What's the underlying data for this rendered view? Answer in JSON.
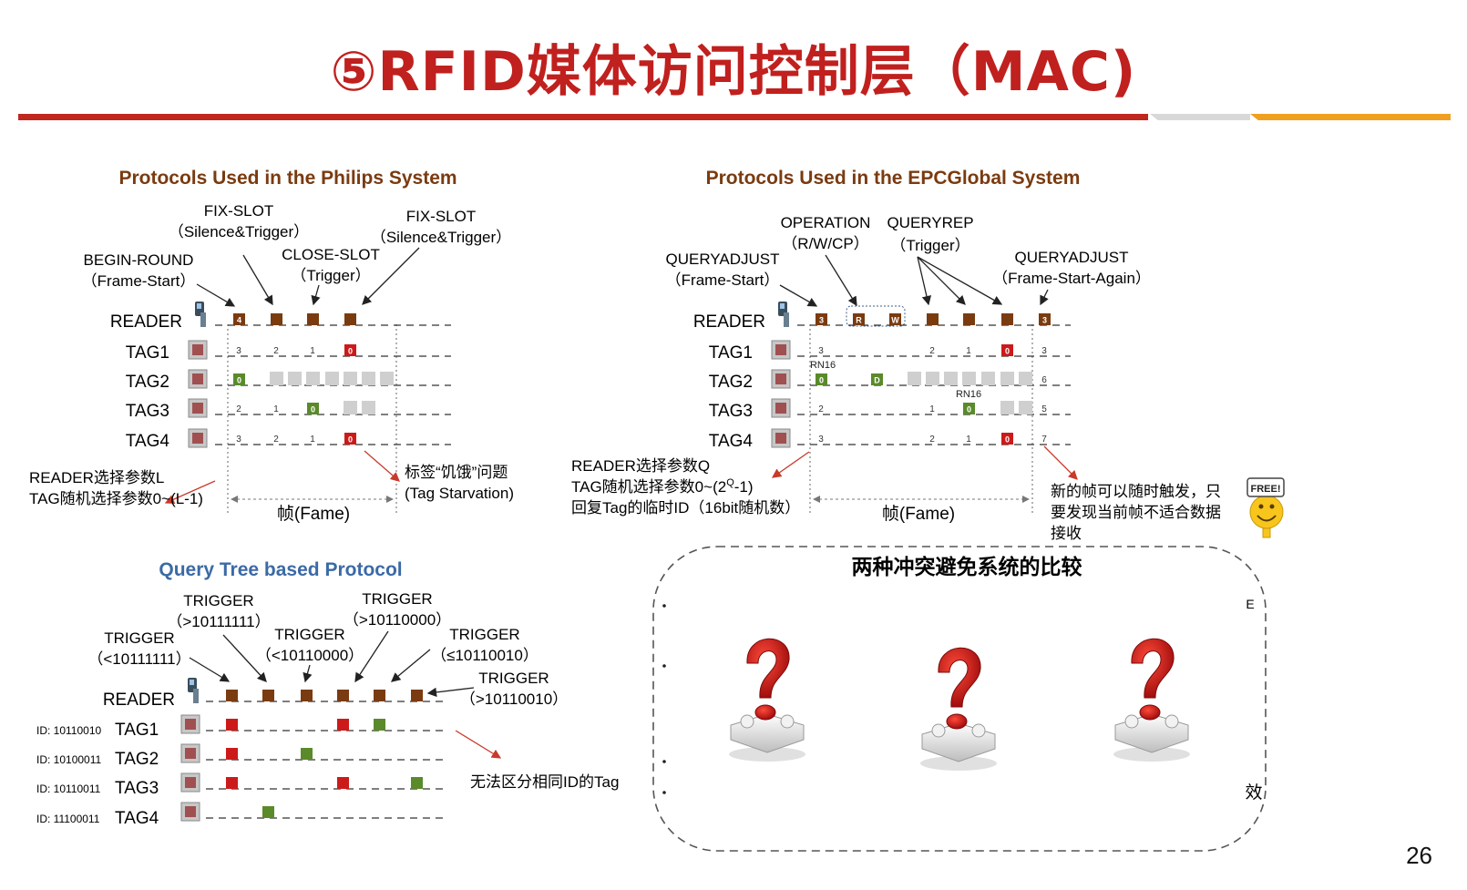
{
  "title": "⑤RFID媒体访问控制层（MAC)",
  "page_number": "26",
  "colors": {
    "accent": "#c0201e",
    "brown": "#7a3b10",
    "red": "#cc1a1a",
    "green": "#5a8a2a",
    "gray": "#cfcfcf"
  },
  "philips": {
    "heading": "Protocols Used in the Philips System",
    "labels": {
      "begin_round": "BEGIN-ROUND",
      "begin_round_sub": "（Frame-Start）",
      "fix_slot": "FIX-SLOT",
      "fix_slot_sub": "（Silence&Trigger）",
      "close_slot": "CLOSE-SLOT",
      "close_slot_sub": "（Trigger）",
      "fix_slot2": "FIX-SLOT",
      "fix_slot2_sub": "（Silence&Trigger）"
    },
    "rows": [
      "READER",
      "TAG1",
      "TAG2",
      "TAG3",
      "TAG4"
    ],
    "reader_first": "4",
    "tag_nums": {
      "tag1": [
        "3",
        "2",
        "1",
        "0"
      ],
      "tag2": [
        "0"
      ],
      "tag3": [
        "2",
        "1",
        "0"
      ],
      "tag4": [
        "3",
        "2",
        "1",
        "0"
      ]
    },
    "note_left": [
      "READER选择参数L",
      "TAG随机选择参数0~(L-1)"
    ],
    "note_right": [
      "标签“饥饿”问题",
      "(Tag Starvation)"
    ],
    "frame": "帧(Fame)"
  },
  "epc": {
    "heading": "Protocols Used in the EPCGlobal System",
    "labels": {
      "operation": "OPERATION",
      "operation_sub": "（R/W/CP）",
      "queryrep": "QUERYREP",
      "queryrep_sub": "（Trigger）",
      "queryadjust": "QUERYADJUST",
      "queryadjust_sub": "（Frame-Start）",
      "queryadjust2": "QUERYADJUST",
      "queryadjust2_sub": "（Frame-Start-Again）"
    },
    "rows": [
      "READER",
      "TAG1",
      "TAG2",
      "TAG3",
      "TAG4"
    ],
    "reader_first": "3",
    "reader_last": "3",
    "r": "R",
    "w": "W",
    "d": "D",
    "rn16": "RN16",
    "tag_nums": {
      "tag1": [
        "3",
        "2",
        "1",
        "0",
        "3"
      ],
      "tag2": [
        "0",
        "6"
      ],
      "tag3": [
        "2",
        "1",
        "0",
        "5"
      ],
      "tag4": [
        "3",
        "2",
        "1",
        "0",
        "7"
      ]
    },
    "note_left": [
      "READER选择参数Q",
      "TAG随机选择参数0~(2",
      "Q",
      "-1)",
      "回复Tag的临时ID（16bit随机数）"
    ],
    "note_right": [
      "新的帧可以随时触发，只",
      "要发现当前帧不适合数据",
      "接收"
    ],
    "frame": "帧(Fame)",
    "free_badge": "FREE!"
  },
  "qtree": {
    "heading": "Query Tree based Protocol",
    "triggers": [
      {
        "t": "TRIGGER",
        "v": "（<10111111）"
      },
      {
        "t": "TRIGGER",
        "v": "（>10111111）"
      },
      {
        "t": "TRIGGER",
        "v": "（<10110000）"
      },
      {
        "t": "TRIGGER",
        "v": "（>10110000）"
      },
      {
        "t": "TRIGGER",
        "v": "（≤10110010）"
      },
      {
        "t": "TRIGGER",
        "v": "（>10110010）"
      }
    ],
    "reader": "READER",
    "tags": [
      {
        "id": "ID: 10110010",
        "name": "TAG1"
      },
      {
        "id": "ID: 10100011",
        "name": "TAG2"
      },
      {
        "id": "ID: 10110011",
        "name": "TAG3"
      },
      {
        "id": "ID: 11100011",
        "name": "TAG4"
      }
    ],
    "note": "无法区分相同ID的Tag"
  },
  "compare": {
    "title": "两种冲突避免系统的比较",
    "side_chars": {
      "top": "E",
      "bottom": "效"
    },
    "icons": [
      "question-puzzle-icon",
      "question-puzzle-icon",
      "question-puzzle-icon"
    ]
  }
}
